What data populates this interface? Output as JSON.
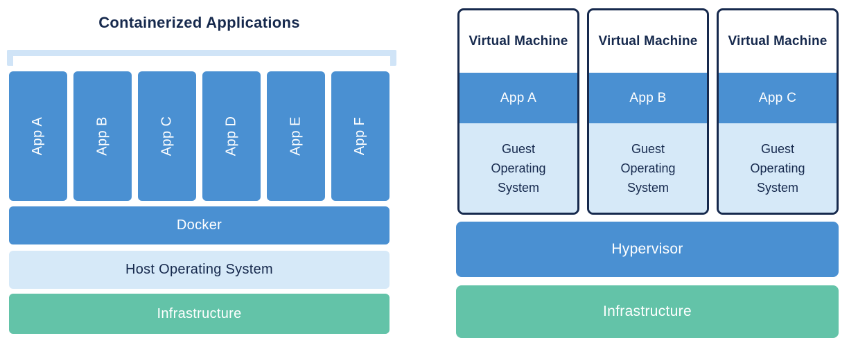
{
  "colors": {
    "blue": "#4a90d2",
    "light-blue": "#d6e9f8",
    "green": "#63c3a8",
    "navy": "#16294d",
    "bracket": "#d0e4f7"
  },
  "left": {
    "title": "Containerized Applications",
    "apps": [
      "App A",
      "App B",
      "App C",
      "App D",
      "App E",
      "App F"
    ],
    "layers": {
      "docker": "Docker",
      "host_os": "Host Operating System",
      "infrastructure": "Infrastructure"
    }
  },
  "right": {
    "vms": [
      {
        "title": "Virtual Machine",
        "app": "App A",
        "guest_os": "Guest\nOperating\nSystem"
      },
      {
        "title": "Virtual Machine",
        "app": "App B",
        "guest_os": "Guest\nOperating\nSystem"
      },
      {
        "title": "Virtual Machine",
        "app": "App C",
        "guest_os": "Guest\nOperating\nSystem"
      }
    ],
    "layers": {
      "hypervisor": "Hypervisor",
      "infrastructure": "Infrastructure"
    }
  }
}
